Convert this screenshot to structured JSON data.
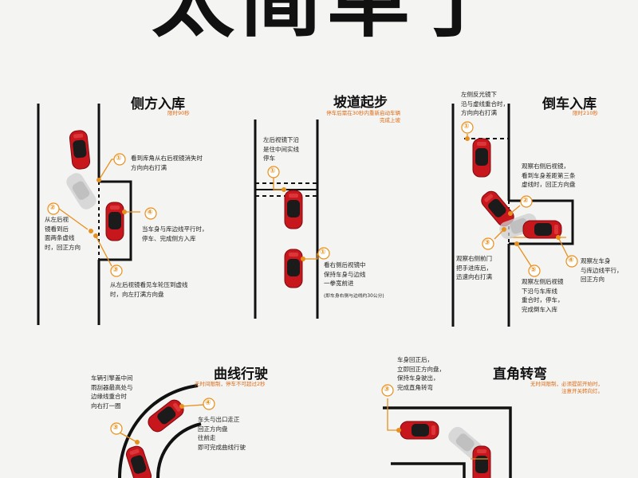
{
  "title": "太简单了",
  "colors": {
    "accent": "#e8901c",
    "car_red": "#c8161d",
    "line": "#111111"
  },
  "sections": {
    "side_parking": {
      "title": "侧方入库",
      "subtitle": "限时90秒",
      "notes": {
        "n1": [
          "看到库角从右后视镜消失时",
          "方向向右打满"
        ],
        "n2": [
          "从左后视",
          "镜看到后",
          "面两条虚线",
          "时，回正方向"
        ],
        "n3": [
          "从左后视镜看见车轮压到虚线",
          "时，向左打满方向盘"
        ],
        "n4": [
          "当车身与库边线平行时，",
          "停车、完成侧方入库"
        ]
      },
      "markers": [
        "①",
        "②",
        "③",
        "④"
      ]
    },
    "hill_start": {
      "title": "坡道起步",
      "subtitle": [
        "停车后需在30秒内重新启动车辆",
        "完成上坡"
      ],
      "notes": {
        "n1": [
          "左后视镜下沿",
          "是住中间实线",
          "停车"
        ],
        "n2": [
          "看右侧后视镜中",
          "保持车身与边线",
          "一拳宽前进"
        ],
        "n3": "(即车身右侧与边线约30公分)"
      },
      "markers": [
        "①",
        "①"
      ]
    },
    "reverse_parking": {
      "title": "倒车入库",
      "subtitle": "限时210秒",
      "notes": {
        "n1": [
          "左侧反光镜下",
          "沿与虚线重合时，",
          "方向向右打满"
        ],
        "n2": [
          "观察右侧后视镜，",
          "看到车身差距第三条",
          "虚线时，回正方向盘"
        ],
        "n3": [
          "观察右侧前门",
          "把手进库后，",
          "迅速向右打满"
        ],
        "n4": [
          "观察左车身",
          "与库边线平行，",
          "回正方向"
        ],
        "n5": [
          "观察左侧后视镜",
          "下沿与车库线",
          "重合时，停车，",
          "完成倒车入库"
        ]
      },
      "markers": [
        "①",
        "②",
        "③",
        "④",
        "⑤"
      ]
    },
    "curve_driving": {
      "title": "曲线行驶",
      "subtitle": "无时间限制，停车不可超过2秒",
      "notes": {
        "n1": [
          "车辆引擎盖中间",
          "雨刮器最高处与",
          "边缘线重合时",
          "向右打一圈"
        ],
        "n2": [
          "车头与出口走正",
          "回正方向盘",
          "往前走",
          "即可完成曲线行驶"
        ]
      },
      "markers": [
        "③",
        "④"
      ]
    },
    "right_angle_turn": {
      "title": "直角转弯",
      "subtitle": [
        "无时间限制，必须提前开始时，",
        "注意开关转向灯。"
      ],
      "notes": {
        "n1": [
          "车身回正后，",
          "立即回正方向盘，",
          "保持车身驶出，",
          "完成直角转弯"
        ]
      },
      "markers": [
        "③"
      ]
    }
  }
}
